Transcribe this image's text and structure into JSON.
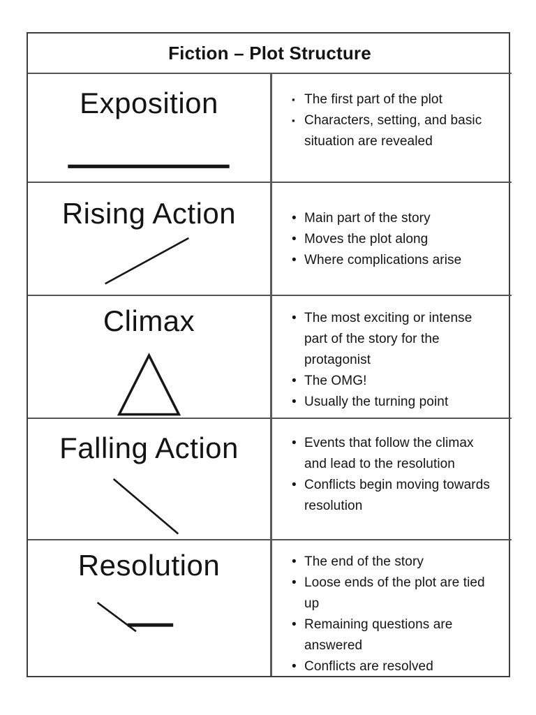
{
  "doc": {
    "title": "Fiction – Plot Structure"
  },
  "colors": {
    "background": "#ffffff",
    "text": "#141414",
    "border": "#4a4a4a",
    "shape_stroke": "#161616"
  },
  "rows": [
    {
      "term": "Exposition",
      "shape": "flat-line",
      "bullet_char": "▪",
      "bullets": [
        "The first part of the plot",
        "Characters, setting, and basic situation are revealed"
      ]
    },
    {
      "term": "Rising Action",
      "shape": "rising-diagonal-line",
      "bullet_char": "•",
      "bullets": [
        "Main part of the story",
        "Moves the plot along",
        "Where complications arise"
      ]
    },
    {
      "term": "Climax",
      "shape": "triangle",
      "bullet_char": "•",
      "bullets": [
        "The most exciting or intense part of the story for the protagonist",
        "The OMG!",
        "Usually the turning point"
      ]
    },
    {
      "term": "Falling Action",
      "shape": "falling-diagonal-line",
      "bullet_char": "•",
      "bullets": [
        "Events that follow the climax and lead to the resolution",
        "Conflicts begin moving towards resolution"
      ]
    },
    {
      "term": "Resolution",
      "shape": "falling-line-then-flat-line",
      "bullet_char": "•",
      "bullets": [
        "The end of the story",
        "Loose ends of the plot are tied up",
        "Remaining questions are answered",
        "Conflicts are resolved"
      ]
    }
  ]
}
